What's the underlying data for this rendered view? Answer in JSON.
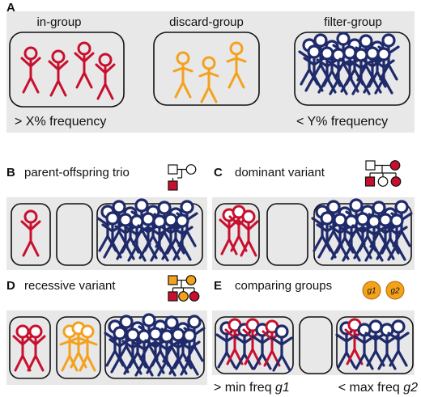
{
  "colors": {
    "in_group": "#c8102e",
    "discard_group": "#f4a11d",
    "filter_group": "#1f2a6b",
    "panel_bg": "#e8e8e8",
    "outline": "#111111"
  },
  "panel_a": {
    "letter": "A",
    "in_group_title": "in-group",
    "discard_group_title": "discard-group",
    "filter_group_title": "filter-group",
    "in_group_caption": "> X% frequency",
    "filter_group_caption": "< Y% frequency"
  },
  "panel_b": {
    "letter": "B",
    "title": "parent-offspring trio"
  },
  "panel_c": {
    "letter": "C",
    "title": "dominant variant"
  },
  "panel_d": {
    "letter": "D",
    "title": "recessive variant"
  },
  "panel_e": {
    "letter": "E",
    "title": "comparing groups",
    "g1_label": "g1",
    "g2_label": "g2",
    "min_caption_prefix": "> min freq ",
    "min_caption_group": "g1",
    "max_caption_prefix": "< max freq ",
    "max_caption_group": "g2"
  },
  "icons": [
    "pedigree-trio-icon",
    "pedigree-dominant-icon",
    "pedigree-recessive-icon",
    "stick-figure-icon"
  ]
}
